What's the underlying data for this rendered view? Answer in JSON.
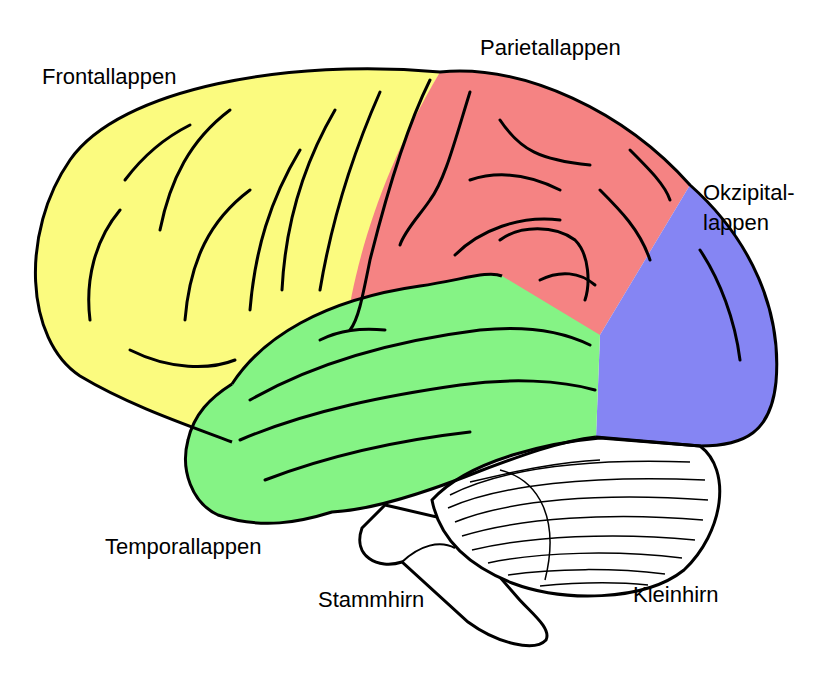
{
  "diagram": {
    "labels": [
      "Frontallappen",
      "Parietallappen",
      "Okzipital- lappen",
      "Temporallappen",
      "Stammhirn",
      "Kleinhirn"
    ]
  }
}
